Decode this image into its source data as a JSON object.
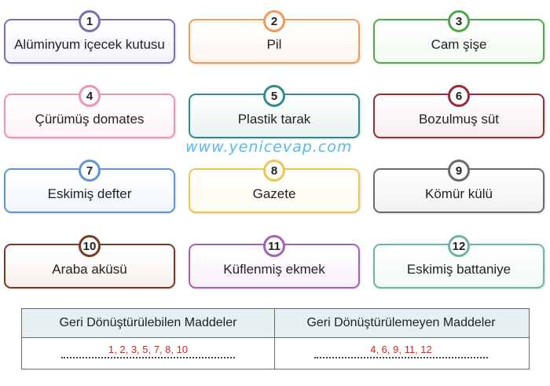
{
  "items": [
    {
      "num": "1",
      "label": "Alüminyum içecek kutusu",
      "color": "#7a6fb0",
      "bg": "#f3f1fb"
    },
    {
      "num": "2",
      "label": "Pil",
      "color": "#ef9b5c",
      "bg": "#fff5ee"
    },
    {
      "num": "3",
      "label": "Cam şişe",
      "color": "#4caa4c",
      "bg": "#f2faf2"
    },
    {
      "num": "4",
      "label": "Çürümüş domates",
      "color": "#ef94ac",
      "bg": "#fff3f6"
    },
    {
      "num": "5",
      "label": "Plastik tarak",
      "color": "#2f8c8c",
      "bg": "#eaf2f3"
    },
    {
      "num": "6",
      "label": "Bozulmuş süt",
      "color": "#9a2a3a",
      "bg": "#f8eef0"
    },
    {
      "num": "7",
      "label": "Eskimiş defter",
      "color": "#5f95d8",
      "bg": "#f0f5fc"
    },
    {
      "num": "8",
      "label": "Gazete",
      "color": "#eec64c",
      "bg": "#fffaee"
    },
    {
      "num": "9",
      "label": "Kömür külü",
      "color": "#6a6a6a",
      "bg": "#f2f2f2"
    },
    {
      "num": "10",
      "label": "Araba aküsü",
      "color": "#7a3a22",
      "bg": "#f8f1ee"
    },
    {
      "num": "11",
      "label": "Küflenmiş ekmek",
      "color": "#a361b8",
      "bg": "#f8f1fa"
    },
    {
      "num": "12",
      "label": "Eskimiş battaniye",
      "color": "#6ab6a6",
      "bg": "#f1f9f7"
    }
  ],
  "watermark": "www.yenicevap.com",
  "table": {
    "headers": [
      "Geri Dönüştürülebilen Maddeler",
      "Geri Dönüştürülemeyen Maddeler"
    ],
    "answers": [
      "1, 2, 3, 5, 7, 8, 10",
      "4, 6, 9, 11, 12"
    ]
  }
}
